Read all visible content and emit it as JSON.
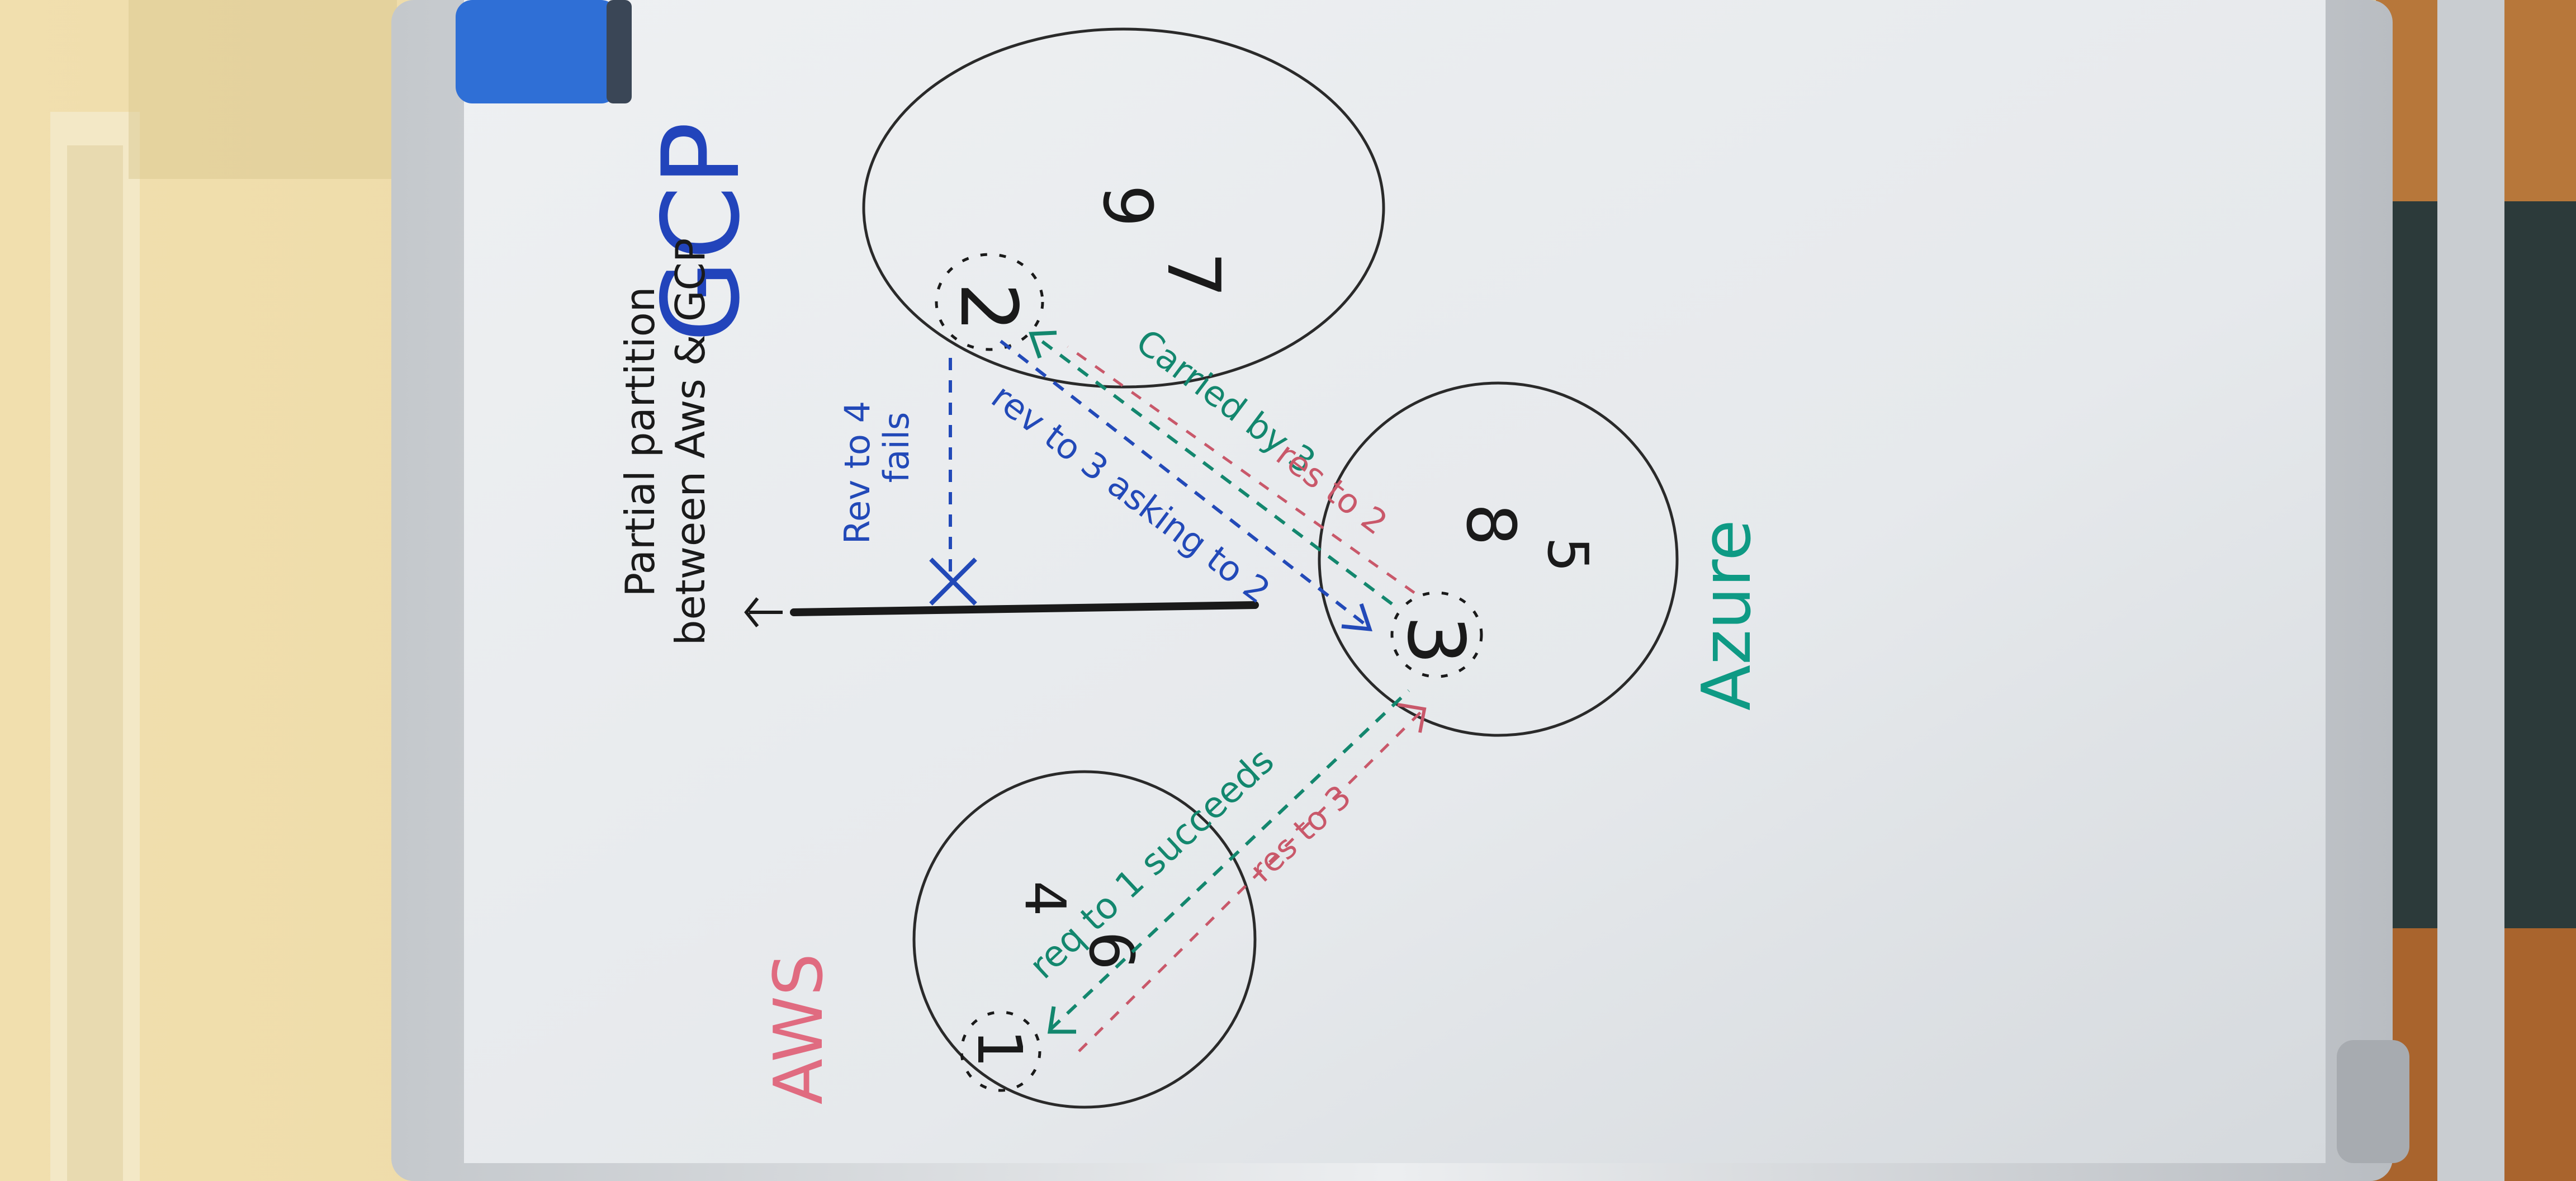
{
  "labels": {
    "gcp": "GCP",
    "azure": "Azure",
    "aws": "AWS",
    "partition_note_line1": "Partial partition",
    "partition_note_line2": "between Aws & GCP",
    "msg_blue_short_line1": "Rev to 4",
    "msg_blue_short_line2": "fails",
    "msg_blue_long": "rev to 3 asking to 2",
    "msg_green_top": "Carried by 3",
    "msg_red_top": "res to 2",
    "msg_green_bottom": "req to 1 succeeds",
    "msg_red_bottom": "res to 3"
  },
  "nodes": {
    "gcp": [
      "9",
      "7",
      "2"
    ],
    "azure": [
      "8",
      "5",
      "3"
    ],
    "aws": [
      "4",
      "6",
      "1"
    ]
  },
  "colors": {
    "gcp": "#2244bb",
    "azure": "#0e9a84",
    "aws": "#e06b80",
    "blue_ink": "#2249b8",
    "green_ink": "#13876e",
    "red_ink": "#c9586a",
    "black_ink": "#1a1a1a",
    "board": "#e8ebee",
    "eraser": "#2f6fd6",
    "wall": "#ecd9a4",
    "frame": "#d7dade"
  }
}
